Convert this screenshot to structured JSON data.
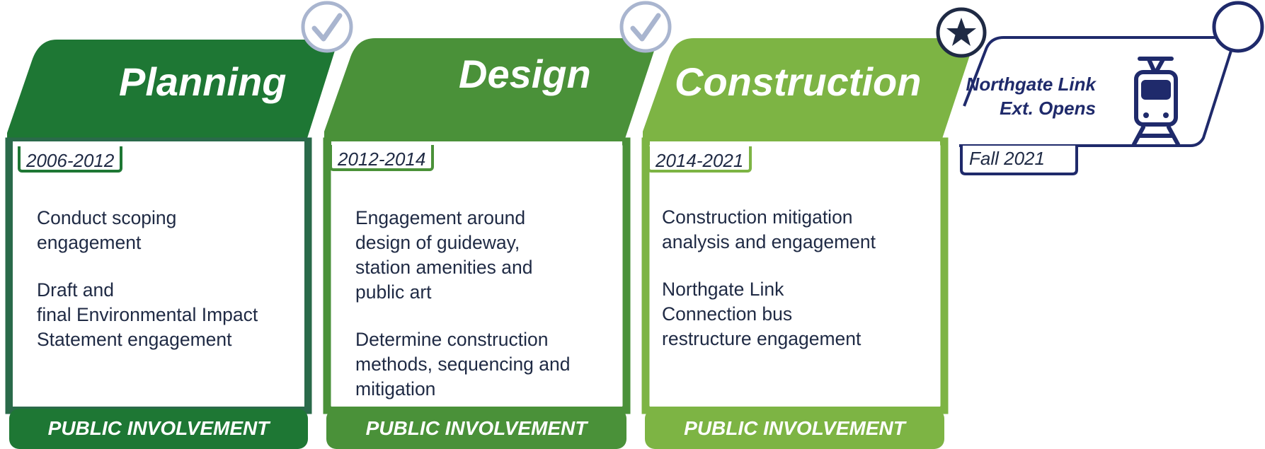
{
  "colors": {
    "planning": "#1e7734",
    "design": "#4a9139",
    "construction": "#7db444",
    "milestone": "#1f2a6b",
    "check_circle": "#a9b5cf"
  },
  "phases": [
    {
      "title": "Planning",
      "dates": "2006-2012",
      "items": [
        "Conduct scoping\nengagement",
        "Draft and\nfinal Environmental Impact\nStatement engagement"
      ],
      "footer": "PUBLIC INVOLVEMENT",
      "status_icon": "check-icon"
    },
    {
      "title": "Design",
      "dates": "2012-2014",
      "items": [
        "Engagement around\ndesign of guideway,\nstation amenities and\npublic art",
        "Determine construction\nmethods, sequencing and\nmitigation"
      ],
      "footer": "PUBLIC INVOLVEMENT",
      "status_icon": "check-icon"
    },
    {
      "title": "Construction",
      "dates": "2014-2021",
      "items": [
        "Construction mitigation\nanalysis and engagement",
        "Northgate Link\nConnection bus\nrestructure engagement"
      ],
      "footer": "PUBLIC INVOLVEMENT",
      "status_icon": "star-icon"
    }
  ],
  "milestone": {
    "title_line1": "Northgate Link",
    "title_line2": "Ext. Opens",
    "date": "Fall 2021",
    "icon": "train-icon",
    "status_icon": "empty-circle-icon"
  }
}
